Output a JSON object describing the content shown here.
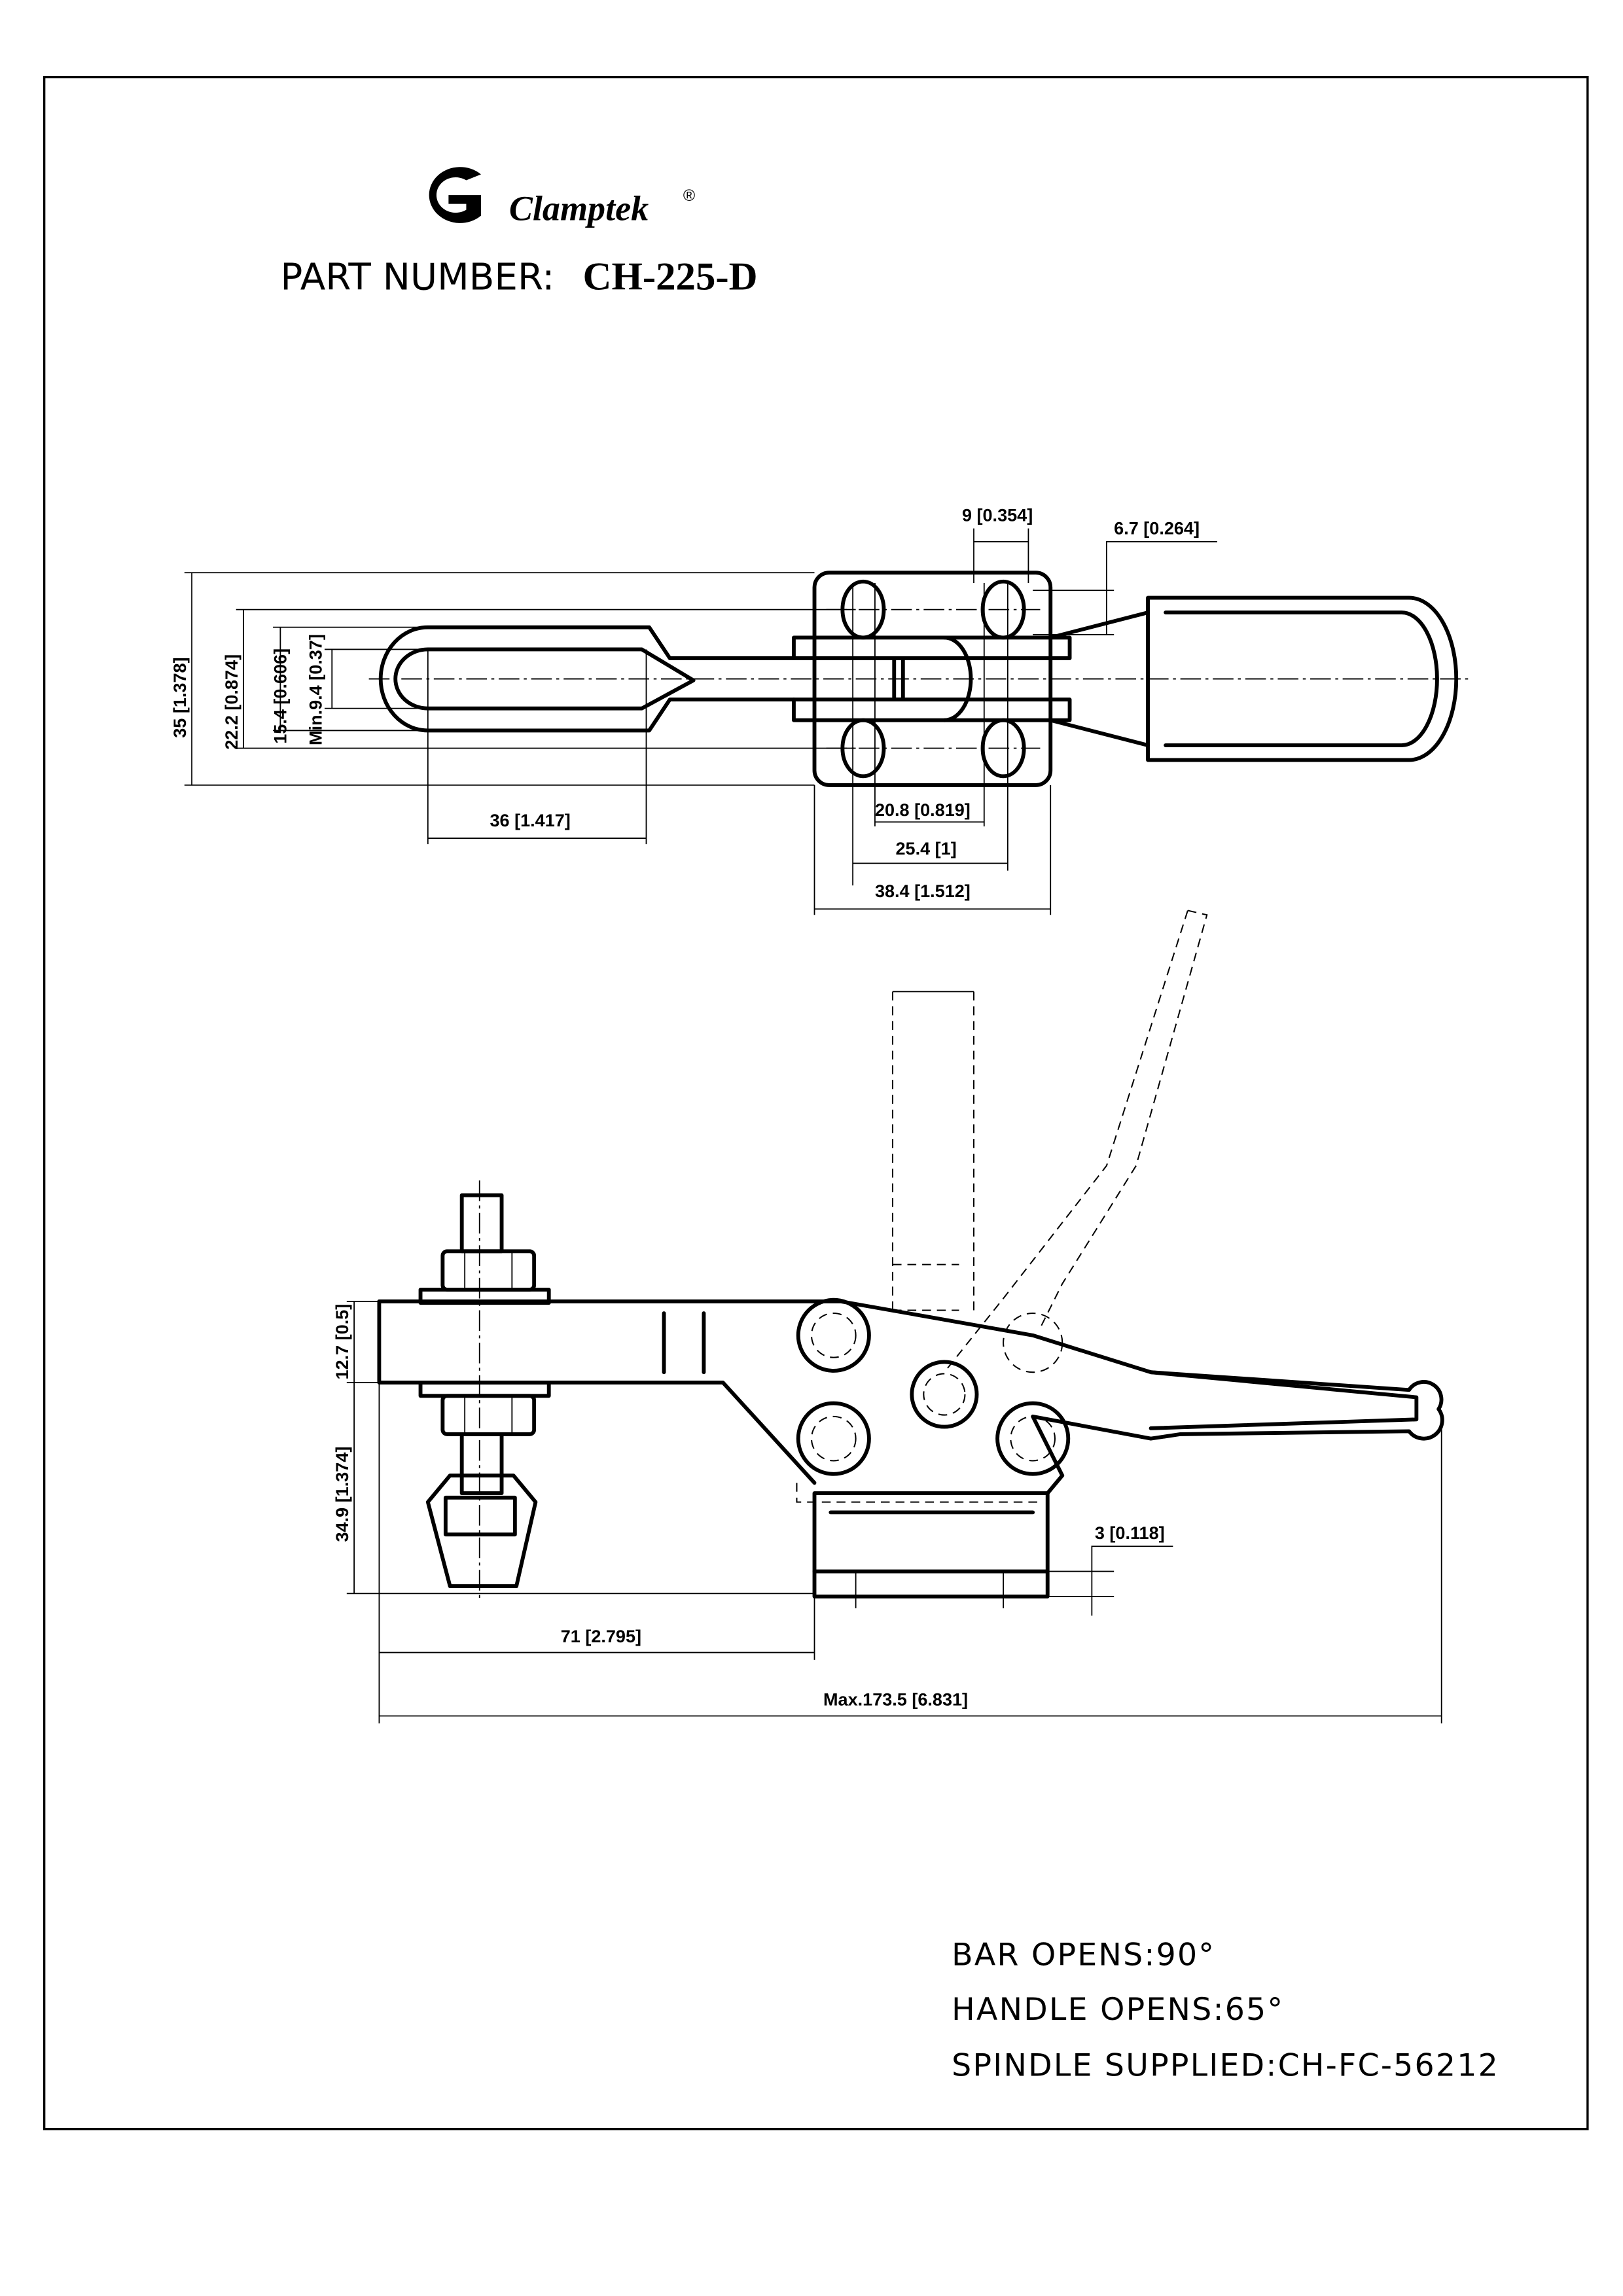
{
  "header": {
    "brand": "Clamptek",
    "registered": "®",
    "part_label": "PART NUMBER:",
    "part_number": "CH-225-D"
  },
  "top_view": {
    "dims": {
      "overall_height": "35 [1.378]",
      "hole_spacing_v": "22.2 [0.874]",
      "loop_outer": "15.4 [0.606]",
      "loop_inner": "Min.9.4 [0.37]",
      "loop_length": "36 [1.417]",
      "hole_spacing_h": "20.8 [0.819]",
      "hole_spacing_h2": "25.4 [1]",
      "base_width": "38.4 [1.512]",
      "slot_width": "9 [0.354]",
      "hole_dia": "6.7 [0.264]"
    }
  },
  "side_view": {
    "dims": {
      "bar_thickness": "12.7 [0.5]",
      "bar_height": "34.9 [1.374]",
      "reach": "71 [2.795]",
      "base_thickness": "3 [0.118]",
      "max_length": "Max.173.5 [6.831]"
    }
  },
  "notes": [
    "BAR OPENS:90°",
    "HANDLE OPENS:65°",
    "SPINDLE SUPPLIED:CH-FC-56212"
  ]
}
